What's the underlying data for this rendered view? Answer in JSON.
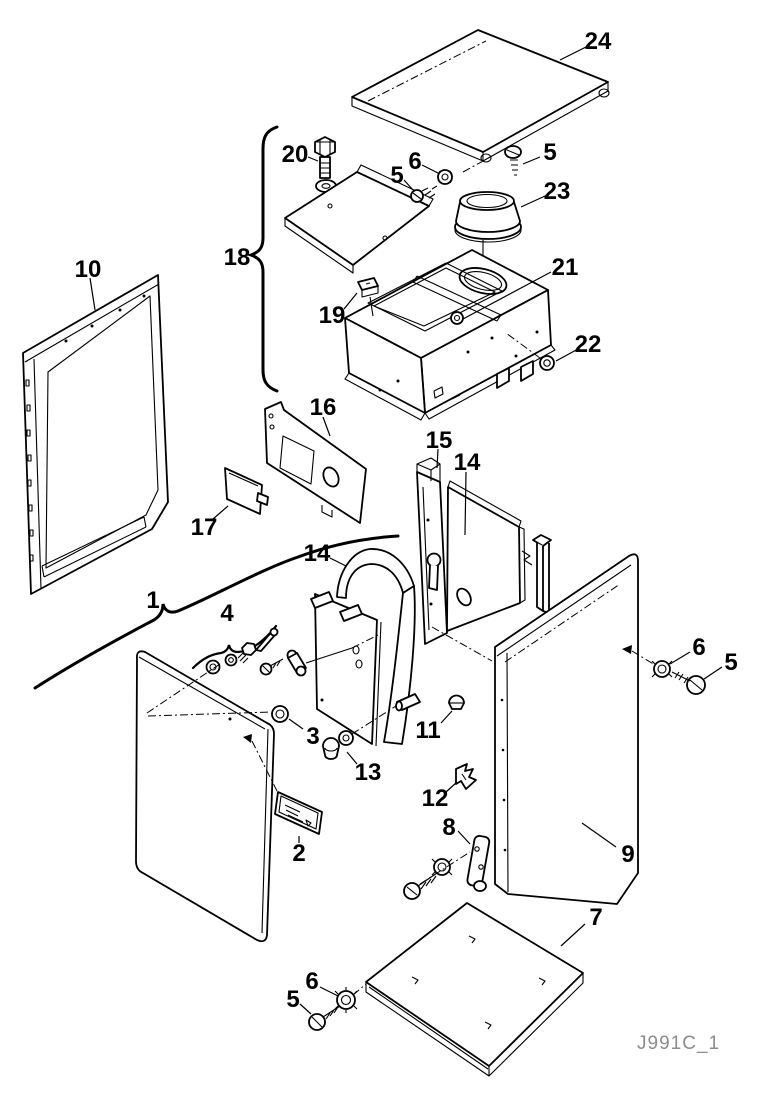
{
  "diagram": {
    "code": "J991C_1",
    "type": "exploded-parts-diagram",
    "colors": {
      "background": "#ffffff",
      "line": "#000000",
      "code_text": "#8c8c8c"
    }
  },
  "part_labels": {
    "n1": "1",
    "n2": "2",
    "n3": "3",
    "n4": "4",
    "n5": "5",
    "n6": "6",
    "n7": "7",
    "n8": "8",
    "n9": "9",
    "n10": "10",
    "n11": "11",
    "n12": "12",
    "n13": "13",
    "n14": "14",
    "n15": "15",
    "n16": "16",
    "n17": "17",
    "n18": "18",
    "n19": "19",
    "n20": "20",
    "n21": "21",
    "n22": "22",
    "n23": "23",
    "n24": "24"
  }
}
